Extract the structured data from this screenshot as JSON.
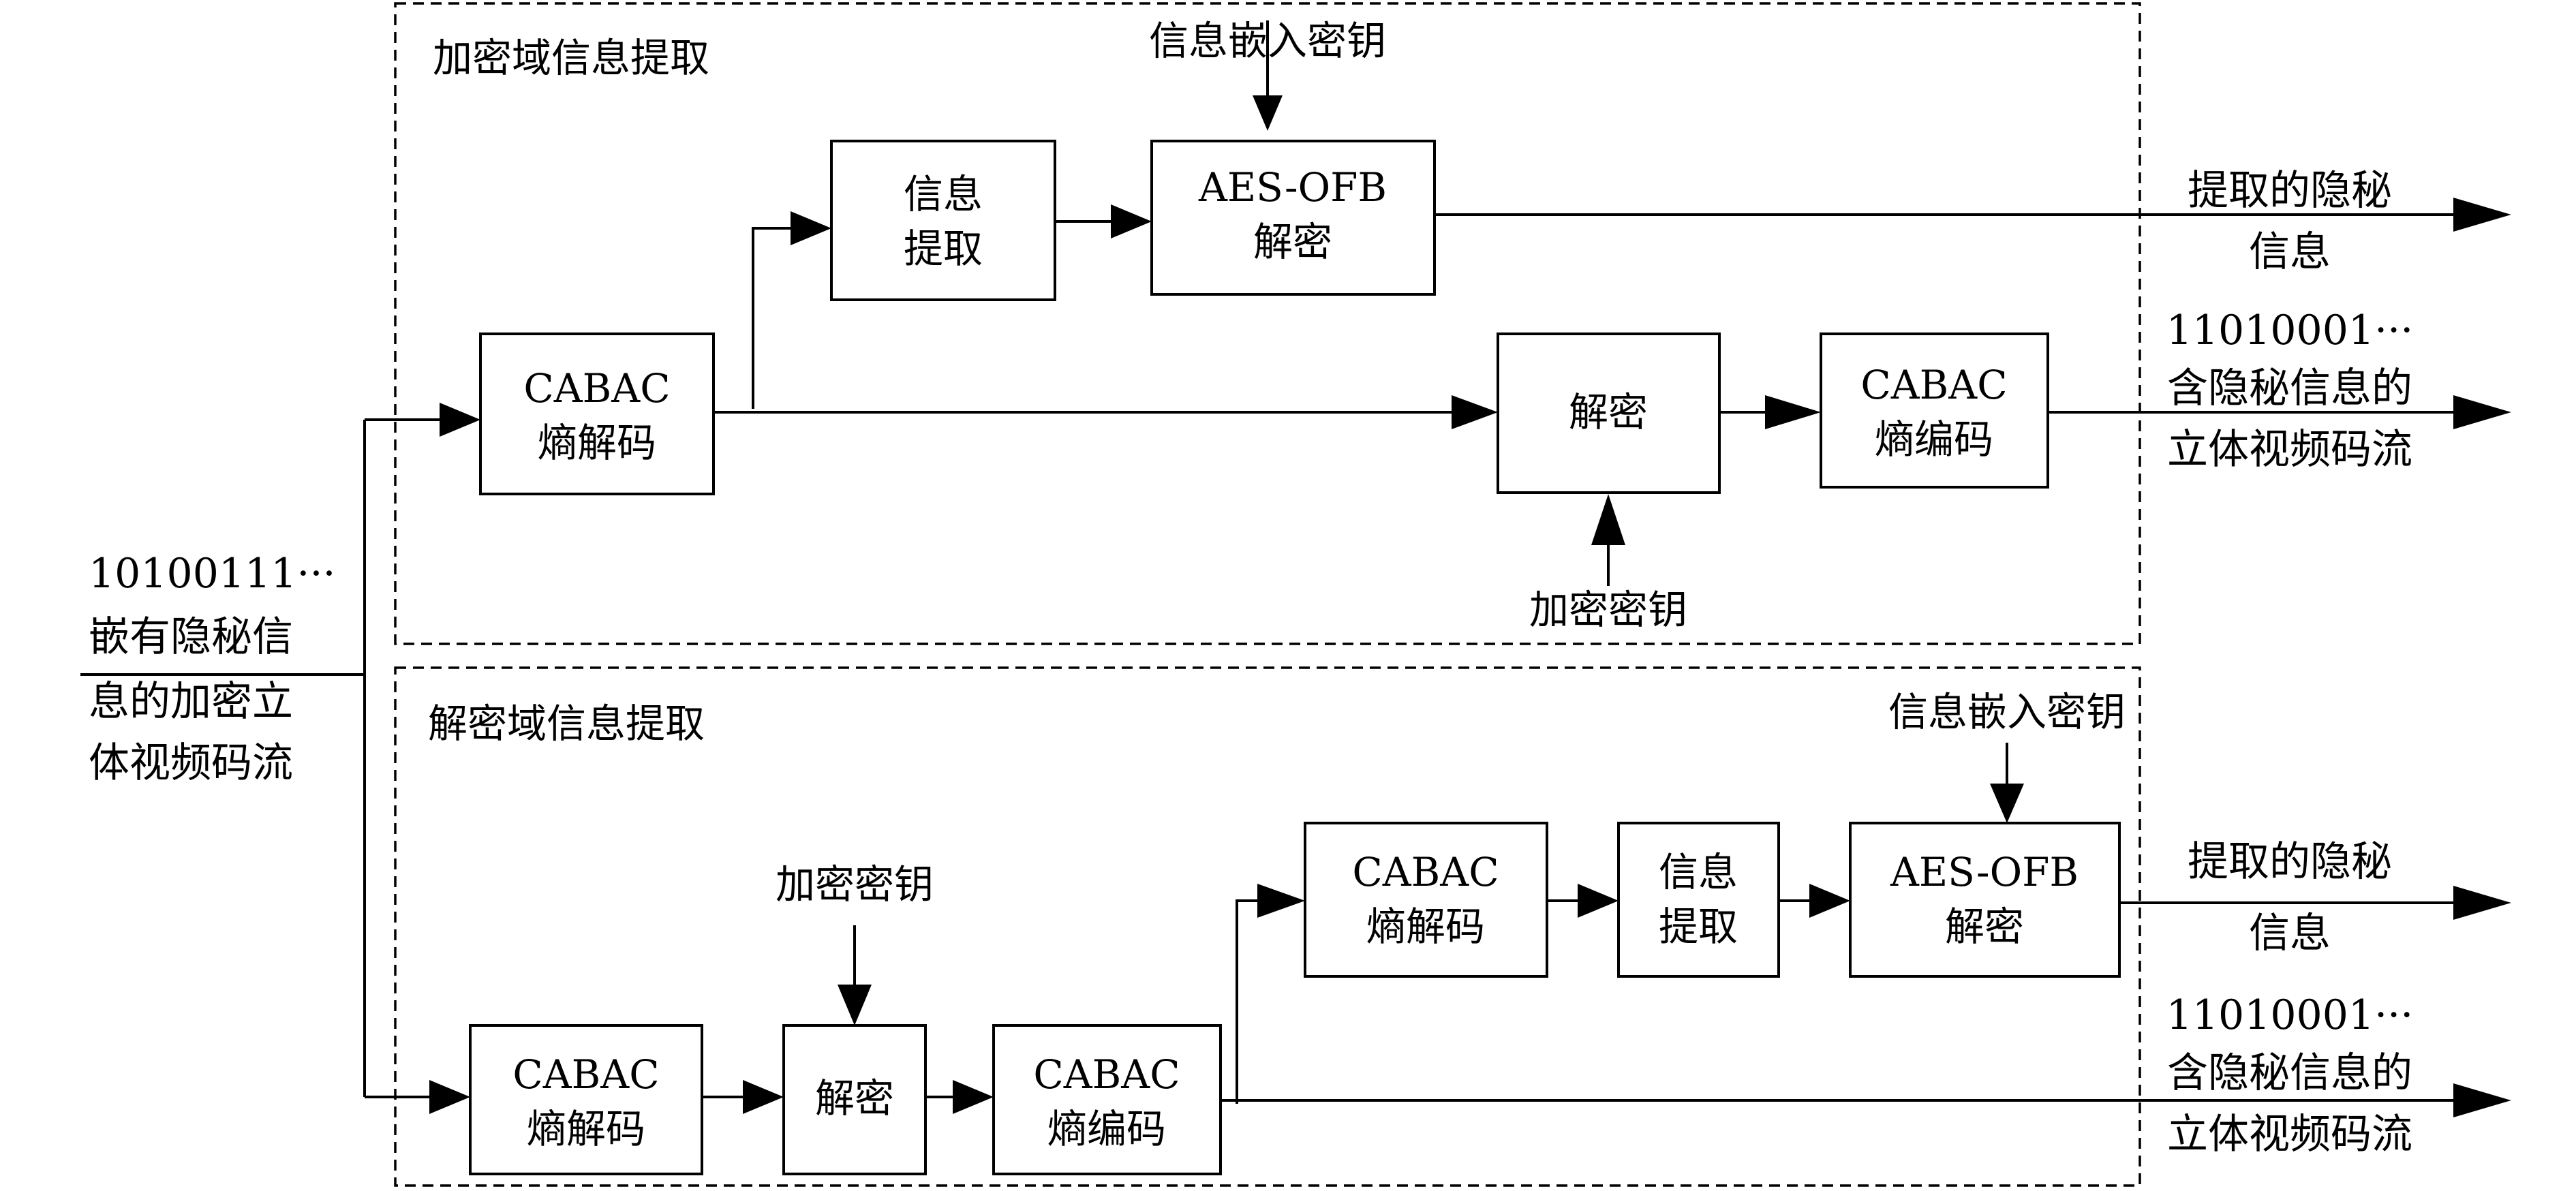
{
  "input": {
    "bits": "10100111···",
    "lines": [
      "嵌有隐秘信",
      "息的加密立",
      "体视频码流"
    ]
  },
  "top_panel": {
    "title": "加密域信息提取",
    "cabac_decode": [
      "CABAC",
      "熵解码"
    ],
    "info_extract": [
      "信息",
      "提取"
    ],
    "aes_decrypt": [
      "AES-OFB",
      "解密"
    ],
    "decrypt": "解密",
    "cabac_encode": [
      "CABAC",
      "熵编码"
    ],
    "embed_key": "信息嵌入密钥",
    "encrypt_key": "加密密钥",
    "out_secret": [
      "提取的隐秘",
      "信息"
    ],
    "out_stream_bits": "11010001···",
    "out_stream": [
      "含隐秘信息的",
      "立体视频码流"
    ]
  },
  "bottom_panel": {
    "title": "解密域信息提取",
    "cabac_decode_1": [
      "CABAC",
      "熵解码"
    ],
    "decrypt": "解密",
    "cabac_encode": [
      "CABAC",
      "熵编码"
    ],
    "cabac_decode_2": [
      "CABAC",
      "熵解码"
    ],
    "info_extract": [
      "信息",
      "提取"
    ],
    "aes_decrypt": [
      "AES-OFB",
      "解密"
    ],
    "encrypt_key": "加密密钥",
    "embed_key": "信息嵌入密钥",
    "out_secret": [
      "提取的隐秘",
      "信息"
    ],
    "out_stream_bits": "11010001···",
    "out_stream": [
      "含隐秘信息的",
      "立体视频码流"
    ]
  }
}
